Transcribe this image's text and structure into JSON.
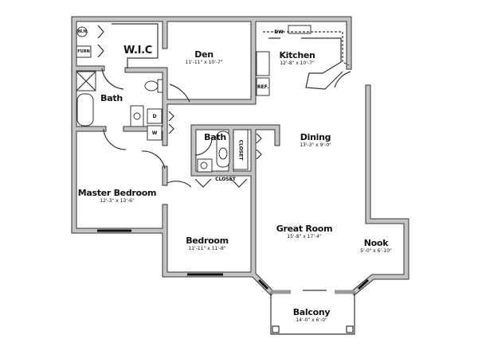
{
  "rooms": [
    {
      "id": "wic",
      "name": "W.I.C",
      "dim": ""
    },
    {
      "id": "den",
      "name": "Den",
      "dim": "11'-11\" x 10'-7\""
    },
    {
      "id": "kitchen",
      "name": "Kitchen",
      "dim": "12'-8\" x 10'-7\""
    },
    {
      "id": "master-bath",
      "name": "Bath",
      "dim": ""
    },
    {
      "id": "bath",
      "name": "Bath",
      "dim": ""
    },
    {
      "id": "dining",
      "name": "Dining",
      "dim": "13'-3\" x 9'-0\""
    },
    {
      "id": "master-bedroom",
      "name": "Master Bedroom",
      "dim": "12'-3\" x 13'-6\""
    },
    {
      "id": "bedroom",
      "name": "Bedroom",
      "dim": "11'-11\" x 11'-8\""
    },
    {
      "id": "great-room",
      "name": "Great Room",
      "dim": "15'-8\" x 17'-4\""
    },
    {
      "id": "nook",
      "name": "Nook",
      "dim": "5'-0\" x 6'-10\""
    },
    {
      "id": "balcony",
      "name": "Balcony",
      "dim": "14'-0\" x 6'-0\""
    }
  ],
  "fixtures": {
    "water_heater": "W.H.",
    "furnace": "FURN",
    "dishwasher": "DW",
    "refrigerator": "REF.",
    "dryer": "D",
    "washer": "W",
    "closet_vertical": "CLOSET",
    "closet_horizontal": "CLOSET"
  },
  "colors": {
    "wall_fill": "#c4c4c4",
    "wall_edge": "#333333"
  }
}
